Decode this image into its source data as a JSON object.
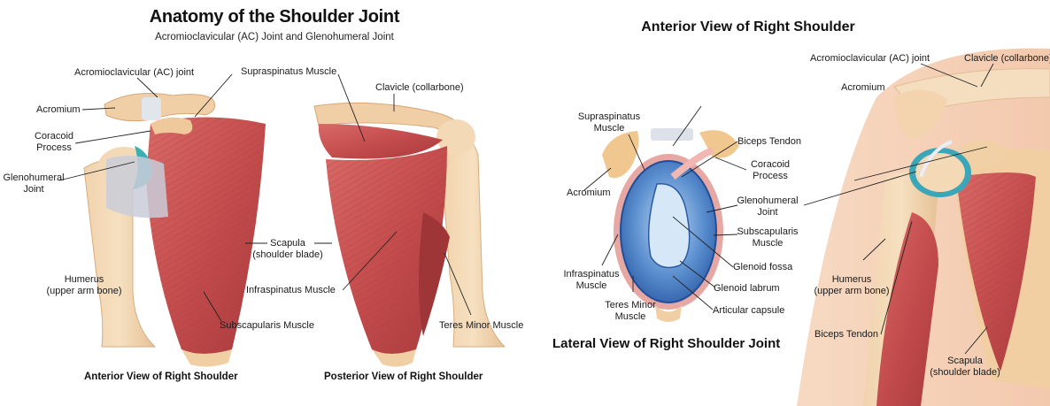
{
  "figure": {
    "title": "Anatomy of the Shoulder Joint",
    "subtitle": "Acromioclavicular (AC) Joint and Glenohumeral Joint",
    "right_title": "Anterior View of Right Shoulder",
    "lateral_title": "Lateral View of Right Shoulder Joint"
  },
  "anterior": {
    "caption": "Anterior View of Right Shoulder",
    "labels": {
      "ac_joint": "Acromioclavicular (AC) joint",
      "supraspinatus": "Supraspinatus Muscle",
      "acromium": "Acromium",
      "coracoid_1": "Coracoid",
      "coracoid_2": "Process",
      "gleno_1": "Glenohumeral",
      "gleno_2": "Joint",
      "humerus_1": "Humerus",
      "humerus_2": "(upper arm bone)",
      "subscap": "Subscapularis Muscle"
    }
  },
  "posterior": {
    "caption": "Posterior View of Right Shoulder",
    "labels": {
      "clavicle": "Clavicle (collarbone)",
      "scapula_1": "Scapula",
      "scapula_2": "(shoulder blade)",
      "infraspinatus": "Infraspinatus Muscle",
      "teres_minor": "Teres Minor Muscle"
    }
  },
  "lateral": {
    "labels": {
      "supraspinatus_1": "Supraspinatus",
      "supraspinatus_2": "Muscle",
      "biceps": "Biceps Tendon",
      "coracoid_1": "Coracoid",
      "coracoid_2": "Process",
      "acromium": "Acromium",
      "gleno_1": "Glenohumeral",
      "gleno_2": "Joint",
      "subscap_1": "Subscapularis",
      "subscap_2": "Muscle",
      "glenoid_fossa": "Glenoid fossa",
      "infra_1": "Infraspinatus",
      "infra_2": "Muscle",
      "glenoid_labrum": "Glenoid labrum",
      "teres_1": "Teres Minor",
      "teres_2": "Muscle",
      "capsule": "Articular capsule"
    }
  },
  "closeup": {
    "labels": {
      "ac_joint": "Acromioclavicular (AC) joint",
      "clavicle": "Clavicle (collarbone)",
      "acromium": "Acromium",
      "humerus_1": "Humerus",
      "humerus_2": "(upper arm bone)",
      "biceps": "Biceps Tendon",
      "scapula_1": "Scapula",
      "scapula_2": "(shoulder blade)"
    }
  }
}
